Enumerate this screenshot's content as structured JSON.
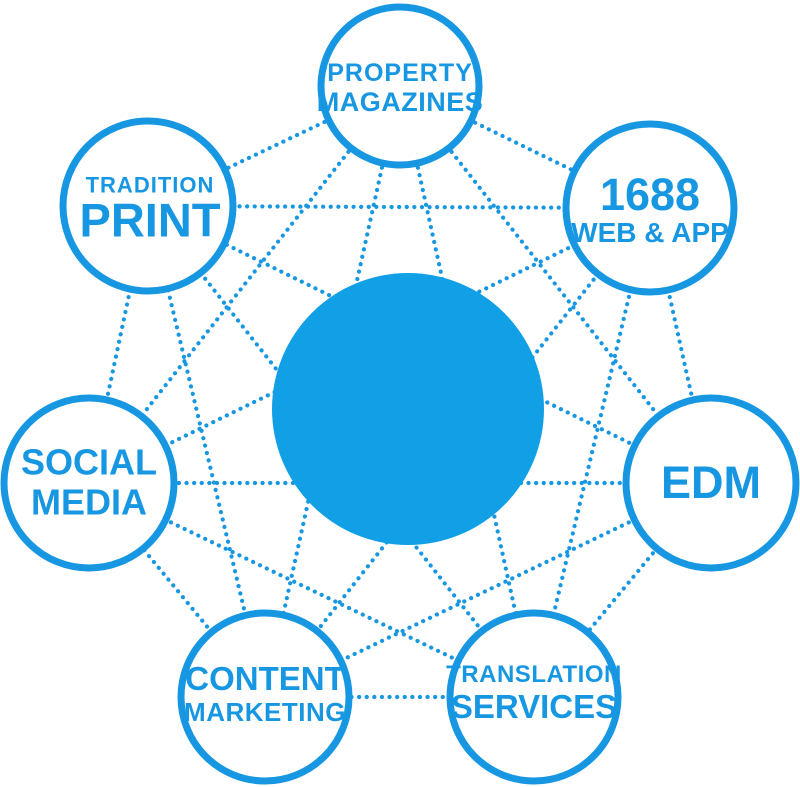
{
  "diagram": {
    "colors": {
      "accent": "#1797e2",
      "hub_fill": "#119fe6",
      "node_fill": "#ffffff",
      "background": "#ffffff"
    },
    "hub": {
      "id": "central-hub"
    },
    "nodes": [
      {
        "id": "property-magazines",
        "line1": "PROPERTY",
        "line2": "MAGAZINES"
      },
      {
        "id": "1688-web-app",
        "line1": "1688",
        "line2": "WEB & APP"
      },
      {
        "id": "edm",
        "line1": "EDM",
        "line2": ""
      },
      {
        "id": "translation-services",
        "line1": "TRANSLATION",
        "line2": "SERVICES"
      },
      {
        "id": "content-marketing",
        "line1": "CONTENT",
        "line2": "MARKETING"
      },
      {
        "id": "social-media",
        "line1": "SOCIAL",
        "line2": "MEDIA"
      },
      {
        "id": "tradition-print",
        "line1": "TRADITION",
        "line2": "PRINT"
      }
    ]
  }
}
